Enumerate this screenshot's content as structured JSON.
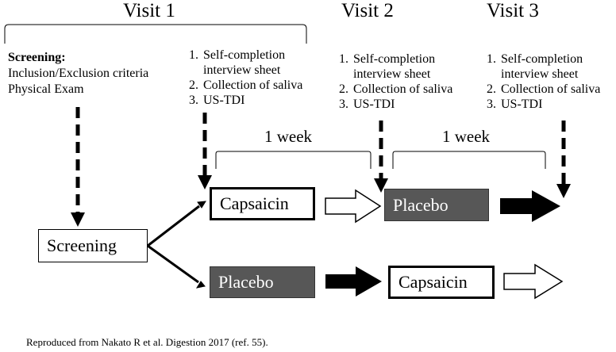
{
  "visits": {
    "v1": "Visit 1",
    "v2": "Visit 2",
    "v3": "Visit 3"
  },
  "screening_info": {
    "title": "Screening:",
    "lines": [
      "Inclusion/Exclusion criteria",
      "Physical Exam"
    ]
  },
  "visit_tasks": [
    {
      "num": "1.",
      "line1": "Self-completion",
      "line2": "interview sheet"
    },
    {
      "num": "2.",
      "line1": "Collection of saliva",
      "line2": ""
    },
    {
      "num": "3.",
      "line1": "US-TDI",
      "line2": ""
    }
  ],
  "durations": {
    "period1": "1 week",
    "period2": "1 week"
  },
  "boxes": {
    "screening": "Screening",
    "arm1_first": "Capsaicin",
    "arm1_second": "Placebo",
    "arm2_first": "Placebo",
    "arm2_second": "Capsaicin"
  },
  "colors": {
    "dark_box": "#575757",
    "line": "#000000"
  },
  "caption": "Reproduced from Nakato R et al. Digestion 2017 (ref. 55)."
}
